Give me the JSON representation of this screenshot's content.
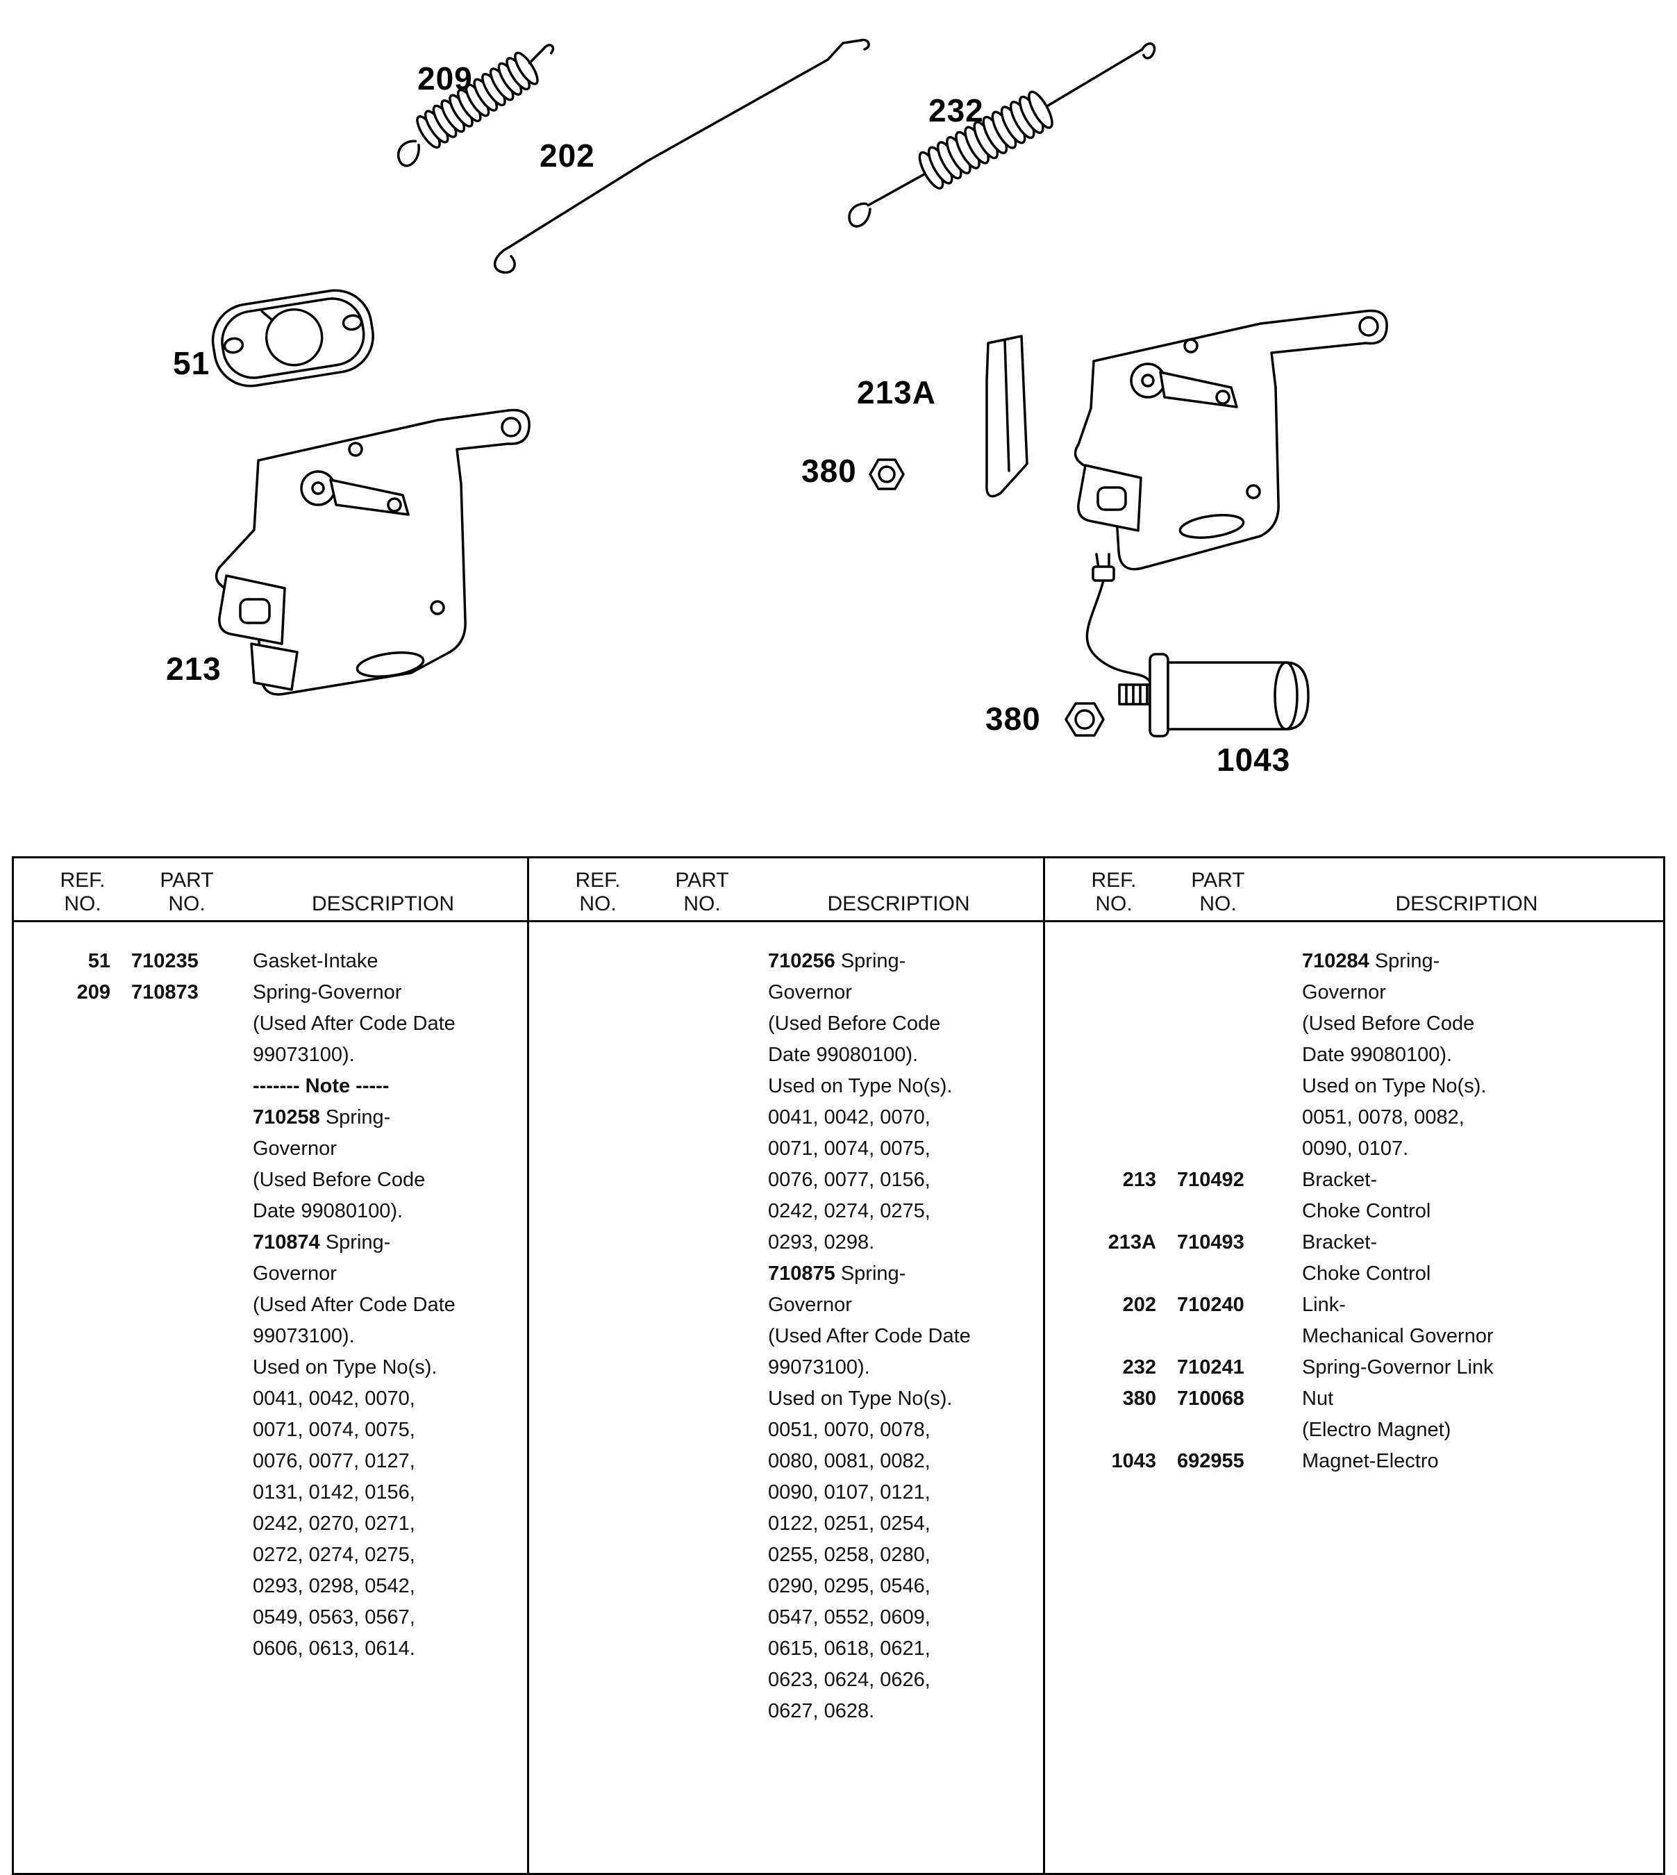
{
  "diagram": {
    "labels": [
      {
        "id": "209",
        "text": "209"
      },
      {
        "id": "202",
        "text": "202"
      },
      {
        "id": "232",
        "text": "232"
      },
      {
        "id": "51",
        "text": "51"
      },
      {
        "id": "213A",
        "text": "213A"
      },
      {
        "id": "380-upper",
        "text": "380"
      },
      {
        "id": "213",
        "text": "213"
      },
      {
        "id": "380-lower",
        "text": "380"
      },
      {
        "id": "1043",
        "text": "1043"
      }
    ]
  },
  "table": {
    "header": {
      "ref1": "REF.",
      "ref2": "NO.",
      "part1": "PART",
      "part2": "NO.",
      "desc": "DESCRIPTION"
    },
    "columns": [
      {
        "entries": [
          {
            "ref": "51",
            "part": "710235",
            "lines": [
              "Gasket-Intake"
            ]
          },
          {
            "ref": "209",
            "part": "710873",
            "lines": [
              "Spring-Governor",
              "(Used After Code Date",
              "99073100).",
              "**------- Note -----**",
              "**710258** Spring-",
              "Governor",
              "(Used Before Code",
              "Date 99080100).",
              "**710874** Spring-",
              "Governor",
              "(Used After Code Date",
              "99073100).",
              "Used on Type No(s).",
              "0041, 0042, 0070,",
              "0071, 0074, 0075,",
              "0076, 0077, 0127,",
              "0131, 0142, 0156,",
              "0242, 0270, 0271,",
              "0272, 0274, 0275,",
              "0293, 0298, 0542,",
              "0549, 0563, 0567,",
              "0606, 0613, 0614."
            ]
          }
        ]
      },
      {
        "entries": [
          {
            "ref": "",
            "part": "",
            "lines": [
              "**710256** Spring-",
              "Governor",
              "(Used Before Code",
              "Date 99080100).",
              "Used on Type No(s).",
              "0041, 0042, 0070,",
              "0071, 0074, 0075,",
              "0076, 0077, 0156,",
              "0242, 0274, 0275,",
              "0293, 0298.",
              "**710875** Spring-",
              "Governor",
              "(Used After Code Date",
              "99073100).",
              "Used on Type No(s).",
              "0051, 0070, 0078,",
              "0080, 0081, 0082,",
              "0090, 0107, 0121,",
              "0122, 0251, 0254,",
              "0255, 0258, 0280,",
              "0290, 0295, 0546,",
              "0547, 0552, 0609,",
              "0615, 0618, 0621,",
              "0623, 0624, 0626,",
              "0627, 0628."
            ]
          }
        ]
      },
      {
        "entries": [
          {
            "ref": "",
            "part": "",
            "lines": [
              "**710284** Spring-",
              "Governor",
              "(Used Before Code",
              "Date 99080100).",
              "Used on Type No(s).",
              "0051, 0078, 0082,",
              "0090, 0107."
            ]
          },
          {
            "ref": "213",
            "part": "710492",
            "lines": [
              "Bracket-",
              "Choke Control"
            ]
          },
          {
            "ref": "213A",
            "part": "710493",
            "lines": [
              "Bracket-",
              "Choke Control"
            ]
          },
          {
            "ref": "202",
            "part": "710240",
            "lines": [
              "Link-",
              "Mechanical Governor"
            ]
          },
          {
            "ref": "232",
            "part": "710241",
            "lines": [
              "Spring-Governor Link"
            ]
          },
          {
            "ref": "380",
            "part": "710068",
            "lines": [
              "Nut",
              "(Electro Magnet)"
            ]
          },
          {
            "ref": "1043",
            "part": "692955",
            "lines": [
              "Magnet-Electro"
            ]
          }
        ]
      }
    ]
  }
}
